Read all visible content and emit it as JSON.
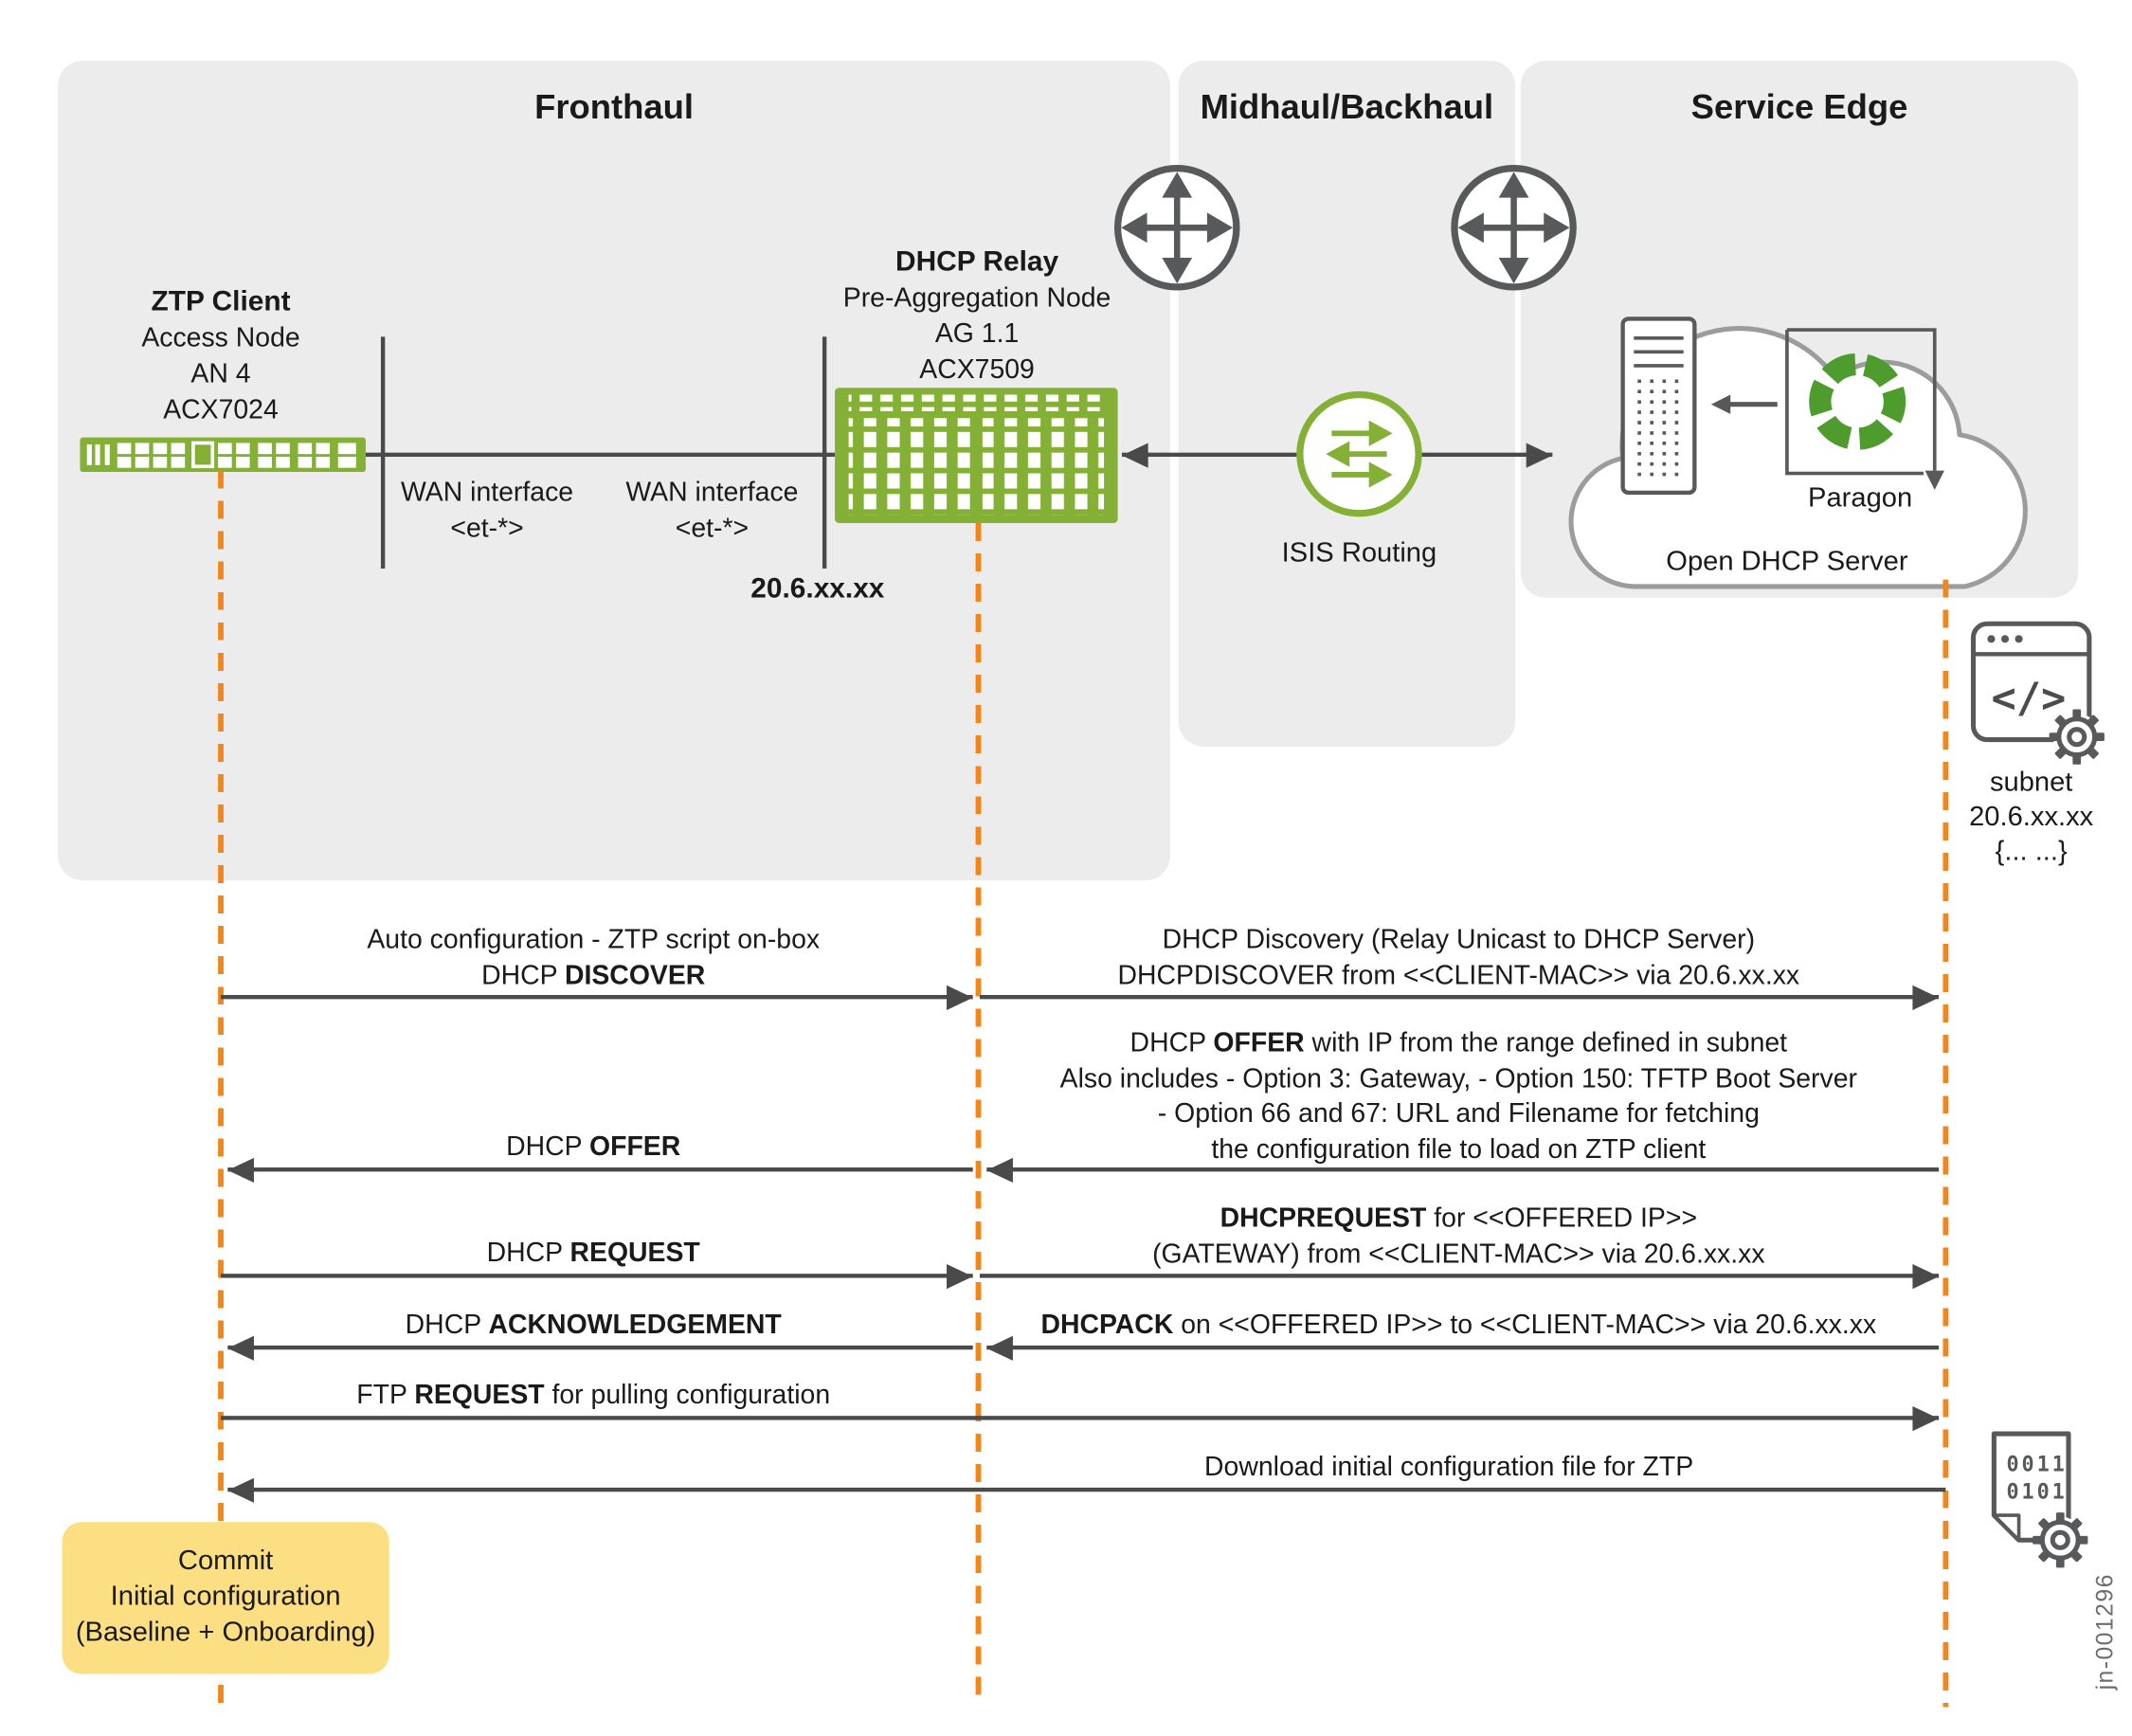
{
  "panels": {
    "fronthaul": {
      "title": "Fronthaul"
    },
    "midhaul": {
      "title": "Midhaul/Backhaul"
    },
    "service_edge": {
      "title": "Service Edge"
    }
  },
  "nodes": {
    "ztp_client": {
      "title": "ZTP Client",
      "subtitle1": "Access Node",
      "subtitle2": "AN 4",
      "subtitle3": "ACX7024"
    },
    "wan_left": {
      "line1": "WAN interface",
      "line2": "<et-*>"
    },
    "wan_right": {
      "line1": "WAN interface",
      "line2": "<et-*>"
    },
    "dhcp_relay": {
      "title": "DHCP Relay",
      "subtitle1": "Pre-Aggregation Node",
      "subtitle2": "AG 1.1",
      "subtitle3": "ACX7509",
      "ip": "20.6.xx.xx"
    },
    "isis": {
      "label": "ISIS Routing"
    },
    "paragon": {
      "label": "Paragon"
    },
    "dhcp_server": {
      "label": "Open DHCP Server"
    },
    "subnet": {
      "label1": "subnet",
      "label2": "20.6.xx.xx",
      "label3": "{... ...}",
      "icon_glyph": "</>"
    },
    "config_file": {
      "line1": "0011",
      "line2": "0101"
    }
  },
  "messages": {
    "discover_left": {
      "line1": "Auto configuration - ZTP script on-box",
      "line2_pre": "DHCP ",
      "line2_bold": "DISCOVER"
    },
    "discover_right": {
      "line1": "DHCP Discovery (Relay Unicast to DHCP Server)",
      "line2": "DHCPDISCOVER from <<CLIENT-MAC>> via 20.6.xx.xx"
    },
    "offer_right": {
      "line1_pre": "DHCP ",
      "line1_bold": "OFFER",
      "line1_post": " with IP from the range defined in subnet",
      "line2": "Also includes - Option 3: Gateway, - Option 150: TFTP Boot Server",
      "line3": "- Option 66 and 67: URL and Filename for fetching",
      "line4": "the configuration file to load on ZTP client"
    },
    "offer_left": {
      "pre": "DHCP ",
      "bold": "OFFER"
    },
    "request_left": {
      "pre": "DHCP ",
      "bold": "REQUEST"
    },
    "request_right": {
      "line1_bold": "DHCPREQUEST",
      "line1_post": " for <<OFFERED IP>>",
      "line2": "(GATEWAY) from <<CLIENT-MAC>> via 20.6.xx.xx"
    },
    "ack_left": {
      "pre": "DHCP ",
      "bold": "ACKNOWLEDGEMENT"
    },
    "ack_right": {
      "bold": "DHCPACK",
      "post": " on <<OFFERED IP>> to <<CLIENT-MAC>> via 20.6.xx.xx"
    },
    "ftp_request": {
      "pre": "FTP ",
      "bold": "REQUEST",
      "post": " for pulling configuration"
    },
    "download": {
      "text": "Download initial configuration file for ZTP"
    }
  },
  "commit_box": {
    "line1": "Commit",
    "line2": "Initial configuration",
    "line3": "(Baseline + Onboarding)"
  },
  "watermark": "jn-001296",
  "colors": {
    "juniper_green": "#84b135",
    "logo_green": "#4e9c2d",
    "orange": "#f1861b",
    "panel_gray": "#ececec",
    "arrow_gray": "#4a4a4a",
    "icon_gray": "#58595b",
    "commit_yellow": "#fcdf82"
  }
}
